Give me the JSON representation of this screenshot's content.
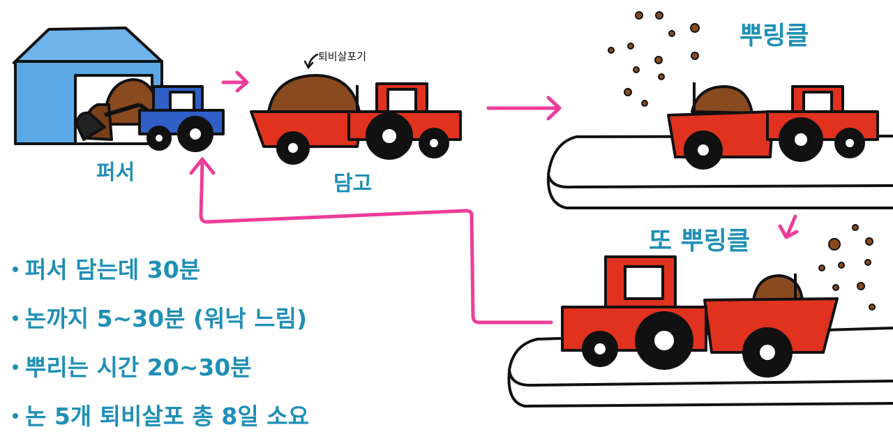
{
  "colors": {
    "accent_text": "#1f8fb5",
    "arrow": "#ec3d9a",
    "tractor_red": "#e0321f",
    "tractor_blue": "#2f5fc7",
    "shed_blue": "#5aa9e6",
    "compost_brown": "#8a4a1f",
    "outline": "#111111"
  },
  "labels": {
    "loader": "퍼서",
    "load": "담고",
    "compost_note": "퇴비살포기",
    "spread": "뿌링클",
    "spread_again": "또 뿌링클"
  },
  "notes": [
    "퍼서 담는데 30분",
    "논까지 5~30분 (워낙 느림)",
    "뿌리는 시간 20~30분",
    "논 5개 퇴비살포 총 8일 소요"
  ]
}
